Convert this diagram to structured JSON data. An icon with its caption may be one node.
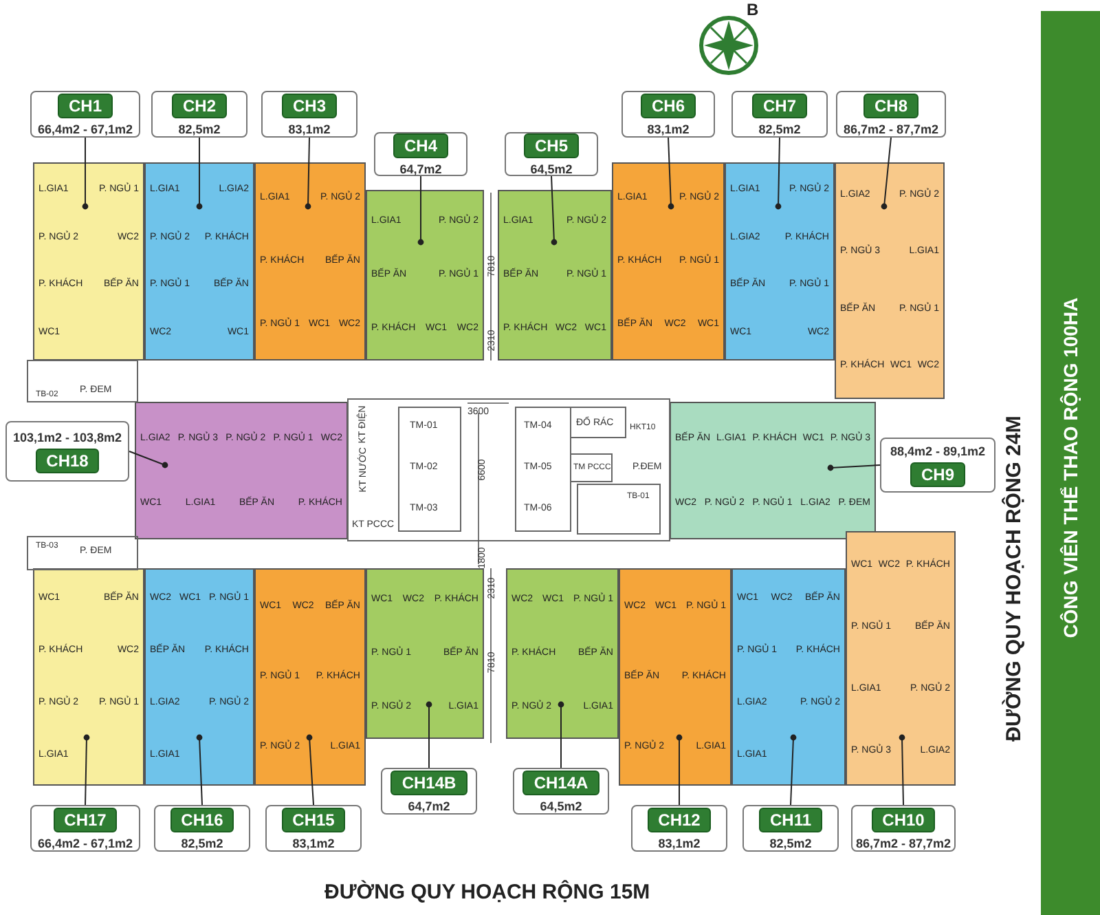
{
  "diagram": {
    "title": "ĐƯỜNG QUY HOẠCH RỘNG 15M",
    "nodes": [
      {
        "text": [
          "CH1",
          "66,4m2 - 67,1m2"
        ]
      },
      {
        "text": [
          "CH2",
          "82,5m2"
        ]
      },
      {
        "text": [
          "CH3",
          "83,1m2"
        ]
      },
      {
        "text": [
          "CH4",
          "64,7m2"
        ]
      },
      {
        "text": [
          "CH5",
          "64,5m2"
        ]
      },
      {
        "text": [
          "CH6",
          "83,1m2"
        ]
      },
      {
        "text": [
          "CH7",
          "82,5m2"
        ]
      },
      {
        "text": [
          "CH8",
          "86,7m2 - 87,7m2"
        ]
      },
      {
        "text": [
          "103,1m2 - 103,8m2",
          "CH18"
        ]
      },
      {
        "text": [
          "88,4m2 - 89,1m2",
          "CH9"
        ]
      },
      {
        "text": [
          "CH17",
          "66,4m2 - 67,1m2"
        ]
      },
      {
        "text": [
          "CH16",
          "82,5m2"
        ]
      },
      {
        "text": [
          "CH15",
          "83,1m2"
        ]
      },
      {
        "text": [
          "CH14B",
          "64,7m2"
        ]
      },
      {
        "text": [
          "CH14A",
          "64,5m2"
        ]
      },
      {
        "text": [
          "CH12",
          "83,1m2"
        ]
      },
      {
        "text": [
          "CH11",
          "82,5m2"
        ]
      },
      {
        "text": [
          "CH10",
          "86,7m2 - 87,7m2"
        ]
      },
      {
        "text": [
          "L.GIA1",
          "P. NGỦ 1",
          "P. NGỦ 2",
          "WC2",
          "P. KHÁCH",
          "BẾP ĂN",
          "WC1"
        ]
      },
      {
        "text": [
          "L.GIA1",
          "L.GIA2",
          "P. NGỦ 2",
          "P. KHÁCH",
          "P. NGỦ 1",
          "BẾP ĂN",
          "WC2",
          "WC1"
        ]
      },
      {
        "text": [
          "L.GIA1",
          "P. NGỦ 2",
          "P. KHÁCH",
          "BẾP ĂN",
          "P. NGỦ 1",
          "WC1",
          "WC2"
        ]
      },
      {
        "text": [
          "L.GIA1",
          "P. NGỦ 2",
          "BẾP ĂN",
          "P. NGỦ 1",
          "P. KHÁCH",
          "WC1",
          "WC2"
        ]
      },
      {
        "text": [
          "L.GIA1",
          "P. NGỦ 2",
          "BẾP ĂN",
          "P. NGỦ 1",
          "P. KHÁCH",
          "WC2",
          "WC1"
        ]
      },
      {
        "text": [
          "L.GIA1",
          "P. NGỦ 2",
          "P. KHÁCH",
          "P. NGỦ 1",
          "BẾP ĂN",
          "WC2",
          "WC1"
        ]
      },
      {
        "text": [
          "L.GIA1",
          "P. NGỦ 2",
          "L.GIA2",
          "P. KHÁCH",
          "BẾP ĂN",
          "P. NGỦ 1",
          "WC1",
          "WC2"
        ]
      },
      {
        "text": [
          "L.GIA2",
          "P. NGỦ 2",
          "P. NGỦ 3",
          "L.GIA1",
          "BẾP ĂN",
          "P. NGỦ 1",
          "P. KHÁCH",
          "WC1",
          "WC2"
        ]
      },
      {
        "text": [
          "L.GIA2",
          "P. NGỦ 3",
          "P. NGỦ 2",
          "P. NGỦ 1",
          "WC2",
          "WC1",
          "L.GIA1",
          "BẾP ĂN",
          "P. KHÁCH"
        ]
      },
      {
        "text": [
          "BẾP ĂN",
          "L.GIA1",
          "P. KHÁCH",
          "WC1",
          "P. NGỦ 3",
          "WC2",
          "P. NGỦ 2",
          "P. NGỦ 1",
          "L.GIA2",
          "P. ĐEM"
        ]
      },
      {
        "text": [
          "WC1",
          "BẾP ĂN",
          "P. KHÁCH",
          "WC2",
          "P. NGỦ 2",
          "P. NGỦ 1",
          "L.GIA1"
        ]
      },
      {
        "text": [
          "WC2",
          "WC1",
          "P. NGỦ 1",
          "BẾP ĂN",
          "P. KHÁCH",
          "L.GIA2",
          "P. NGỦ 2",
          "L.GIA1"
        ]
      },
      {
        "text": [
          "WC1",
          "WC2",
          "BẾP ĂN",
          "P. NGỦ 1",
          "P. KHÁCH",
          "P. NGỦ 2",
          "L.GIA1"
        ]
      },
      {
        "text": [
          "WC1",
          "WC2",
          "P. KHÁCH",
          "P. NGỦ 1",
          "BẾP ĂN",
          "P. NGỦ 2",
          "L.GIA1"
        ]
      },
      {
        "text": [
          "WC2",
          "WC1",
          "P. NGỦ 1",
          "P. KHÁCH",
          "BẾP ĂN",
          "P. NGỦ 2",
          "L.GIA1"
        ]
      },
      {
        "text": [
          "WC2",
          "WC1",
          "P. NGỦ 1",
          "BẾP ĂN",
          "P. KHÁCH",
          "P. NGỦ 2",
          "L.GIA1"
        ]
      },
      {
        "text": [
          "WC1",
          "WC2",
          "BẾP ĂN",
          "P. NGỦ 1",
          "P. KHÁCH",
          "L.GIA2",
          "P. NGỦ 2",
          "L.GIA1"
        ]
      },
      {
        "text": [
          "WC1",
          "WC2",
          "P. KHÁCH",
          "P. NGỦ 1",
          "BẾP ĂN",
          "L.GIA1",
          "P. NGỦ 2",
          "P. NGỦ 3",
          "L.GIA2"
        ]
      }
    ],
    "edges": [
      {
        "from": 0,
        "to": 18,
        "arrow": "other"
      },
      {
        "from": 1,
        "to": 19,
        "arrow": "other"
      },
      {
        "from": 2,
        "to": 20,
        "arrow": "other"
      },
      {
        "from": 3,
        "to": 21,
        "arrow": "other"
      },
      {
        "from": 4,
        "to": 22,
        "arrow": "other"
      },
      {
        "from": 5,
        "to": 23,
        "arrow": "other"
      },
      {
        "from": 6,
        "to": 24,
        "arrow": "other"
      },
      {
        "from": 7,
        "to": 25,
        "arrow": "other"
      },
      {
        "from": 8,
        "to": 26,
        "arrow": "other"
      },
      {
        "from": 9,
        "to": 27,
        "arrow": "other"
      },
      {
        "from": 10,
        "to": 28,
        "arrow": "other"
      },
      {
        "from": 11,
        "to": 29,
        "arrow": "other"
      },
      {
        "from": 12,
        "to": 30,
        "arrow": "other"
      },
      {
        "from": 13,
        "to": 31,
        "arrow": "other"
      },
      {
        "from": 14,
        "to": 32,
        "arrow": "other"
      },
      {
        "from": 15,
        "to": 33,
        "arrow": "other"
      },
      {
        "from": 16,
        "to": 34,
        "arrow": "other"
      },
      {
        "from": 17,
        "to": 35,
        "arrow": "other"
      }
    ],
    "labels": [
      "B",
      "7810",
      "2310",
      "TB-02",
      "P. ĐEM",
      "KT ĐIỆN",
      "KT NƯỚC",
      "KT PCCC",
      "TM-01",
      "TM-02",
      "TM-03",
      "3600",
      "6600",
      "1800",
      "TM-04",
      "TM-05",
      "TM-06",
      "ĐỔ RÁC",
      "TM PCCC",
      "HKT10",
      "P.ĐEM",
      "TB-01",
      "TB-03",
      "P. ĐEM",
      "2310",
      "7810",
      "ĐƯỜNG QUY HOẠCH RỘNG 24M",
      "CÔNG VIÊN THỂ THAO RỘNG 100HA"
    ]
  }
}
